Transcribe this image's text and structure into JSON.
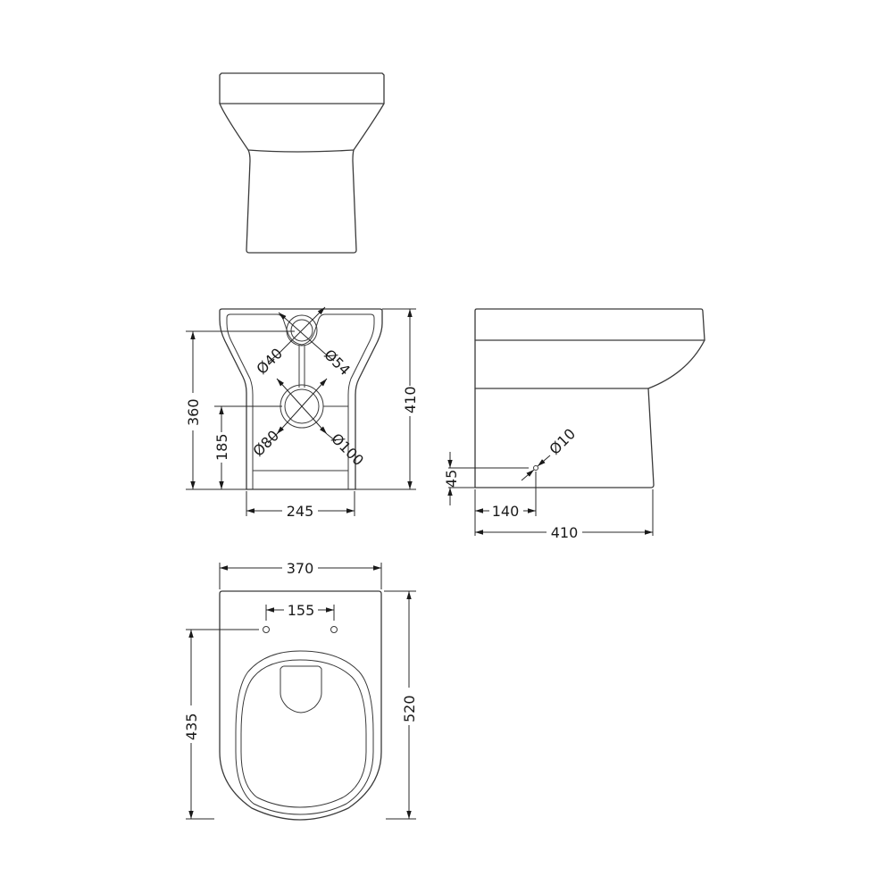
{
  "drawing": {
    "subject": "Back-to-wall toilet pan technical drawing",
    "line_color": "#3a3a3a",
    "background": "#ffffff",
    "views": {
      "front_view": {
        "label": "front-elevation"
      },
      "rear_view": {
        "dimensions": {
          "height_total": "410",
          "height_to_top_outlet": "360",
          "height_to_waste_centre": "185",
          "base_width": "245",
          "inlet_inner_dia": "Ø40",
          "inlet_outer_dia": "Ø54",
          "waste_inner_dia": "Ø80",
          "waste_outer_dia": "Ø100"
        }
      },
      "side_view": {
        "dimensions": {
          "fixing_hole_dia": "Ø10",
          "fixing_hole_height": "45",
          "fixing_hole_offset": "140",
          "projection": "410"
        }
      },
      "plan_view": {
        "dimensions": {
          "width": "370",
          "seat_hinge_spacing": "155",
          "length_total": "520",
          "hinge_to_front": "435"
        }
      }
    }
  }
}
